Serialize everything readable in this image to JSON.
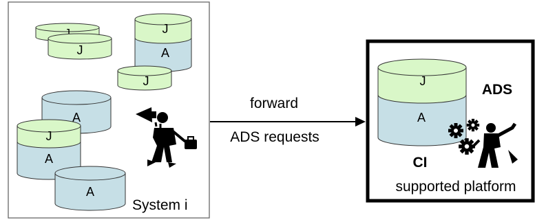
{
  "source_system": {
    "label": "System i",
    "cylinder_labels": {
      "j": "J",
      "a": "A"
    }
  },
  "connector": {
    "label_top": "forward",
    "label_bottom": "ADS requests"
  },
  "target_system": {
    "cylinder_top_label": "J",
    "cylinder_bottom_label": "A",
    "ads_label": "ADS",
    "ci_label": "CI",
    "platform_label": "supported platform"
  },
  "colors": {
    "j_layer": "#d9f7c8",
    "a_layer": "#c6dfe6",
    "outline": "#333333"
  }
}
